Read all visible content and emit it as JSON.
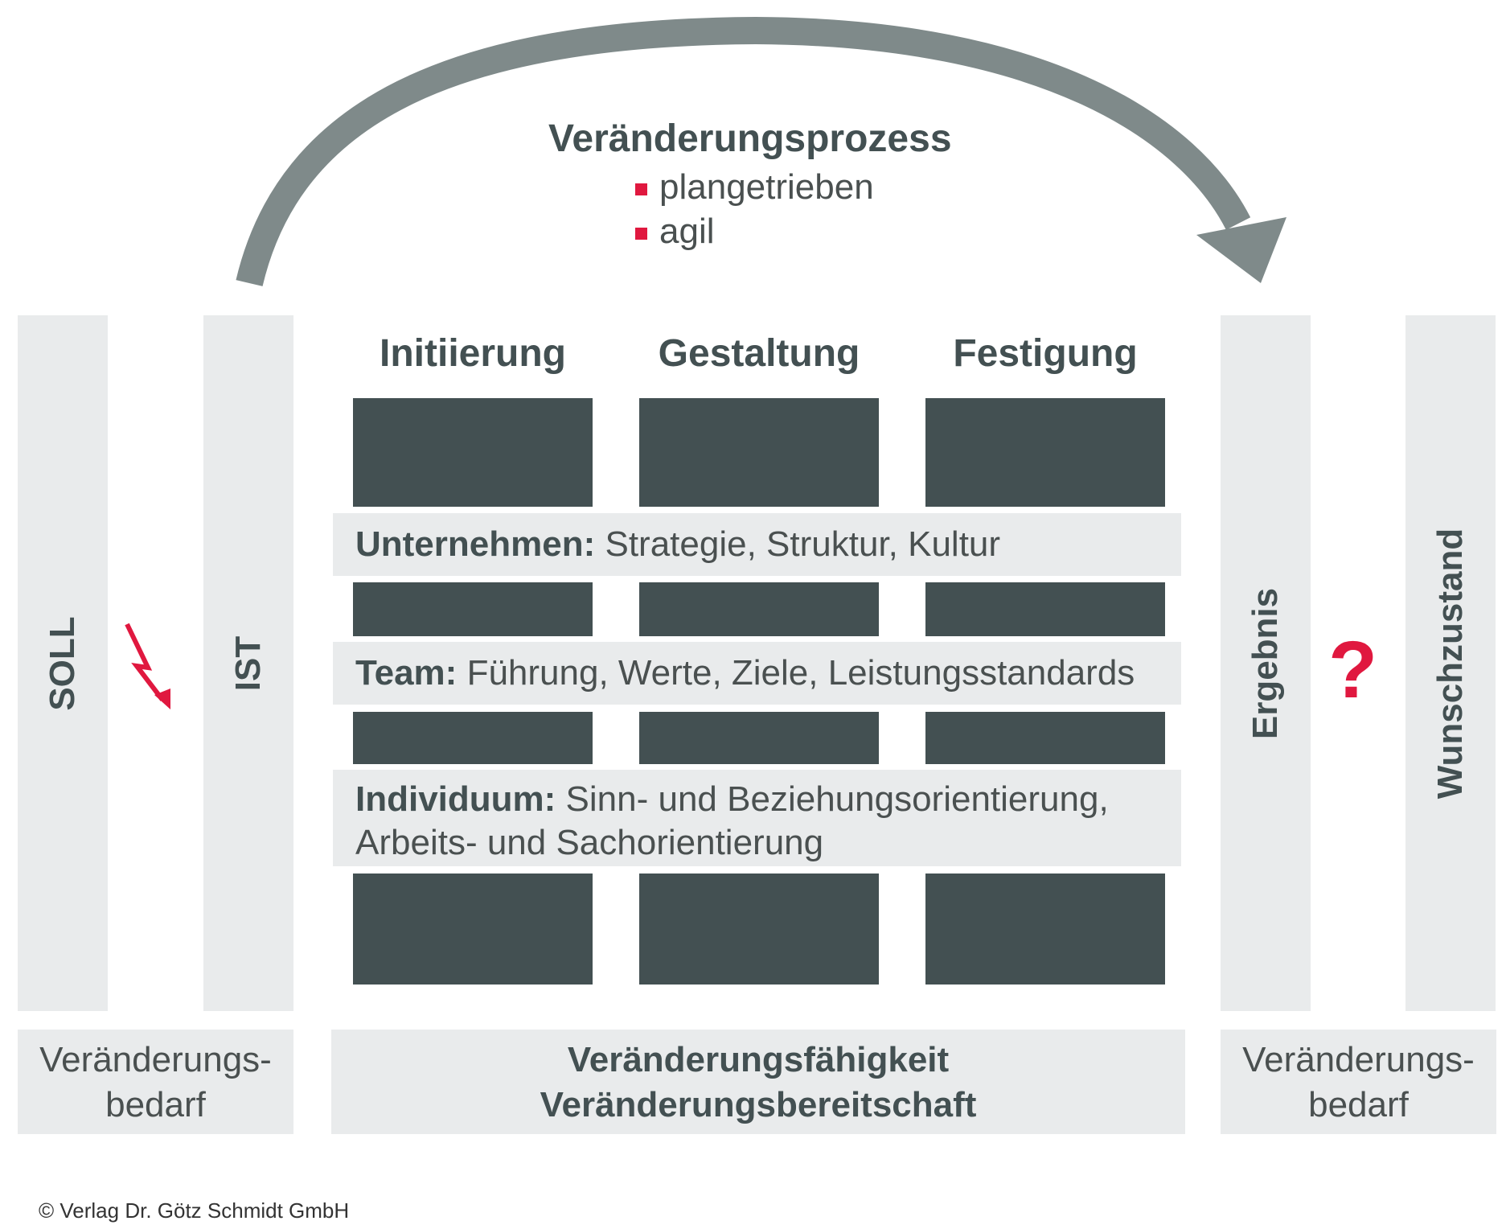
{
  "process": {
    "title": "Veränderungsprozess",
    "bullets": [
      "plangetrieben",
      "agil"
    ]
  },
  "columns": {
    "soll": "SOLL",
    "ist": "IST",
    "ergebnis": "Ergebnis",
    "wunschzustand": "Wunschzustand",
    "question": "?"
  },
  "phases": [
    "Initiierung",
    "Gestaltung",
    "Festigung"
  ],
  "bands": {
    "unternehmen": {
      "label": "Unternehmen:",
      "text": "Strategie, Struktur, Kultur"
    },
    "team": {
      "label": "Team:",
      "text": "Führung, Werte, Ziele, Leistungsstandards"
    },
    "individuum": {
      "label": "Individuum:",
      "text": "Sinn- und Beziehungsorientierung,",
      "line2": "Arbeits- und Sachorientierung"
    }
  },
  "footer": {
    "left_line1": "Veränderungs-",
    "left_line2": "bedarf",
    "center_line1": "Veränderungsfähigkeit",
    "center_line2": "Veränderungsbereitschaft",
    "right_line1": "Veränderungs-",
    "right_line2": "bedarf"
  },
  "copyright": "© Verlag Dr. Götz Schmidt GmbH",
  "colors": {
    "accent": "#e0183f",
    "dark_block": "#435052",
    "light_band": "#e9ebec",
    "arrow": "#7f8a8a"
  }
}
